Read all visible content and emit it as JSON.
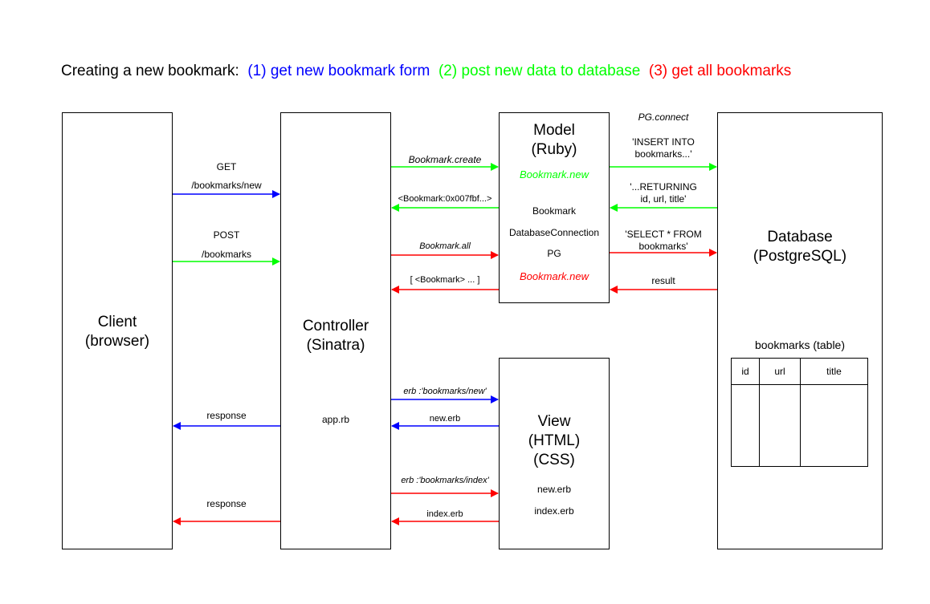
{
  "title": {
    "intro": "Creating a new bookmark:",
    "step1": "(1) get new bookmark form",
    "step2": "(2) post new data to database",
    "step3": "(3) get all bookmarks"
  },
  "colors": {
    "step1": "#0000ff",
    "step2": "#00ff00",
    "step3": "#ff0000",
    "line": "#000000"
  },
  "boxes": {
    "client": {
      "line1": "Client",
      "line2": "(browser)"
    },
    "controller": {
      "line1": "Controller",
      "line2": "(Sinatra)",
      "file": "app.rb"
    },
    "model": {
      "line1": "Model",
      "line2": "(Ruby)",
      "green_method": "Bookmark.new",
      "classes": [
        "Bookmark",
        "DatabaseConnection",
        "PG"
      ],
      "red_method": "Bookmark.new"
    },
    "view": {
      "line1": "View",
      "line2": "(HTML)",
      "line3": "(CSS)",
      "files": [
        "new.erb",
        "index.erb"
      ]
    },
    "database": {
      "line1": "Database",
      "line2": "(PostgreSQL)",
      "table_label": "bookmarks (table)"
    }
  },
  "table": {
    "headers": [
      "id",
      "url",
      "title"
    ]
  },
  "labels": {
    "get": "GET",
    "get_path": "/bookmarks/new",
    "post": "POST",
    "post_path": "/bookmarks",
    "response_blue": "response",
    "response_red": "response",
    "bookmark_create": "Bookmark.create",
    "bookmark_obj": "<Bookmark:0x007fbf...>",
    "bookmark_all": "Bookmark.all",
    "bookmark_list": "[ <Bookmark> ... ]",
    "erb_new": "erb :'bookmarks/new'",
    "new_erb": "new.erb",
    "erb_index": "erb :'bookmarks/index'",
    "index_erb": "index.erb",
    "pg_connect": "PG.connect",
    "insert_1": "'INSERT INTO",
    "insert_2": "bookmarks...'",
    "returning_1": "'...RETURNING",
    "returning_2": "id, url, title'",
    "select_1": "'SELECT * FROM",
    "select_2": "bookmarks'",
    "result": "result"
  }
}
